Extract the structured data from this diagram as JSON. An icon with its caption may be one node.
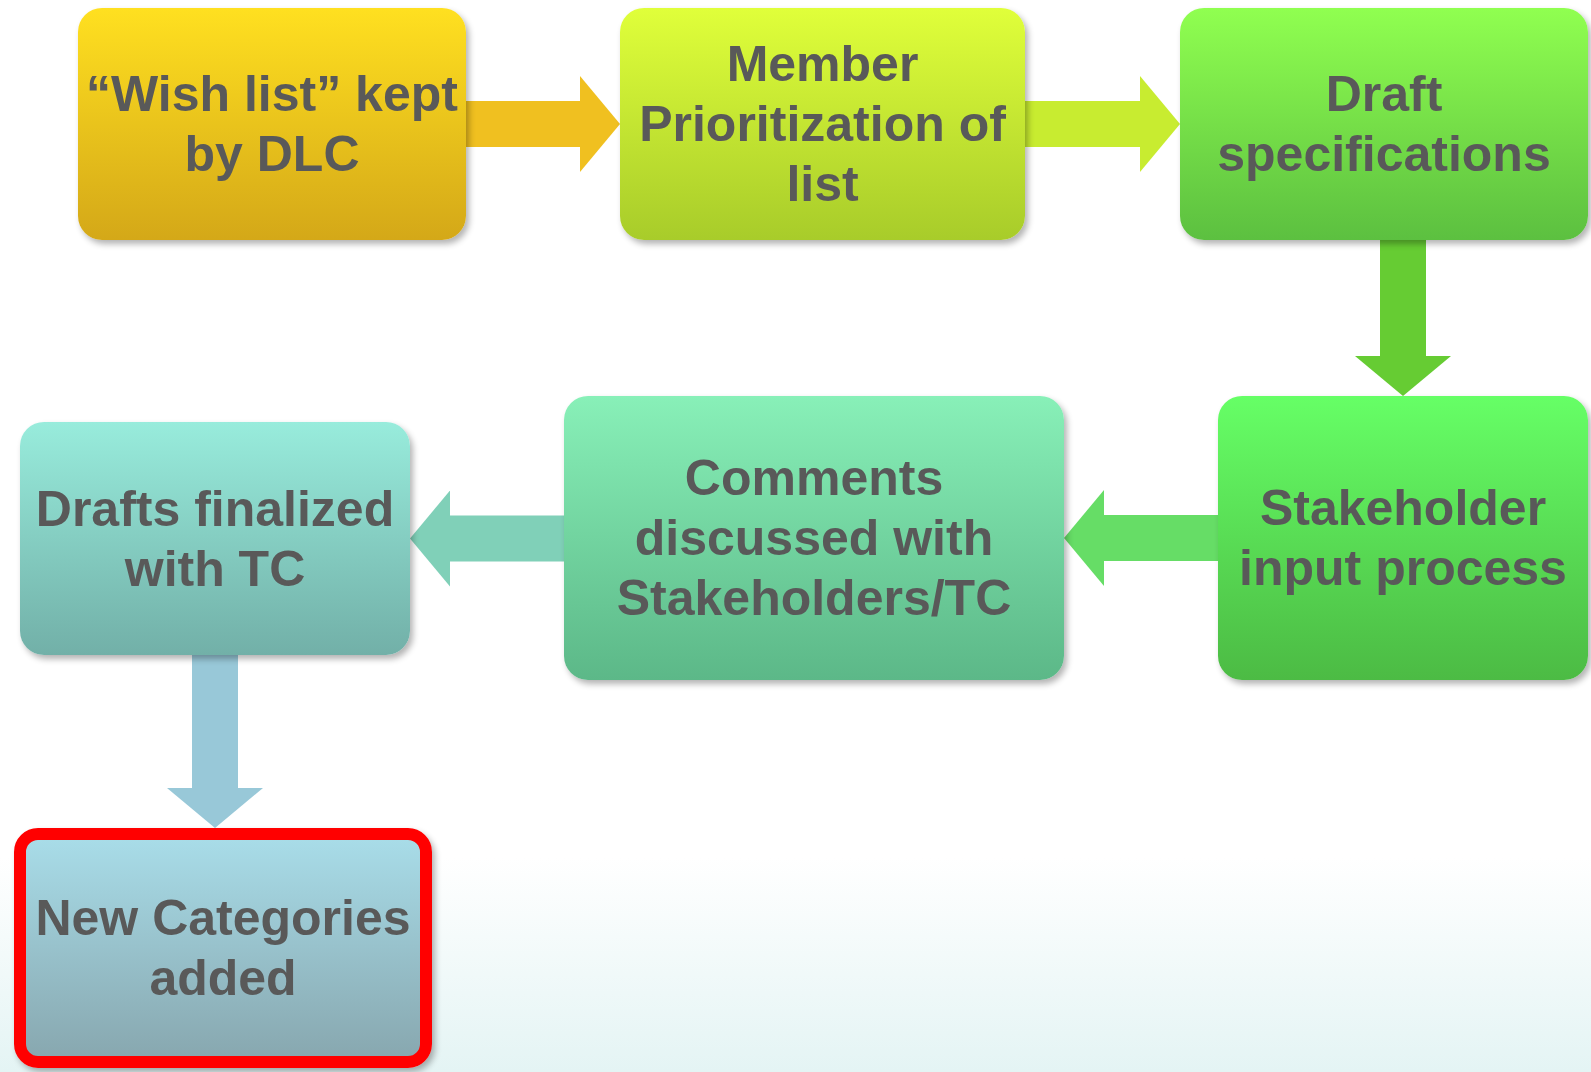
{
  "diagram": {
    "nodes": [
      {
        "text": [
          "“Wish list” kept by DLC"
        ]
      },
      {
        "text": [
          "Member Prioritization of list"
        ]
      },
      {
        "text": [
          "Draft specifications"
        ]
      },
      {
        "text": [
          "Stakeholder input process"
        ]
      },
      {
        "text": [
          "Comments discussed with Stakeholders/TC"
        ]
      },
      {
        "text": [
          "Drafts finalized with TC"
        ]
      },
      {
        "text": [
          "New Categories added"
        ]
      }
    ],
    "edges": [
      {
        "from": 0,
        "to": 1,
        "arrow": "to",
        "color": "#f0c020"
      },
      {
        "from": 1,
        "to": 2,
        "arrow": "to",
        "color": "#c8ec30"
      },
      {
        "from": 2,
        "to": 3,
        "arrow": "to",
        "color": "#66cc33"
      },
      {
        "from": 3,
        "to": 4,
        "arrow": "to",
        "color": "#66dd66"
      },
      {
        "from": 4,
        "to": 5,
        "arrow": "to",
        "color": "#80d0b8"
      },
      {
        "from": 5,
        "to": 6,
        "arrow": "to",
        "color": "#98c8d8"
      }
    ]
  }
}
